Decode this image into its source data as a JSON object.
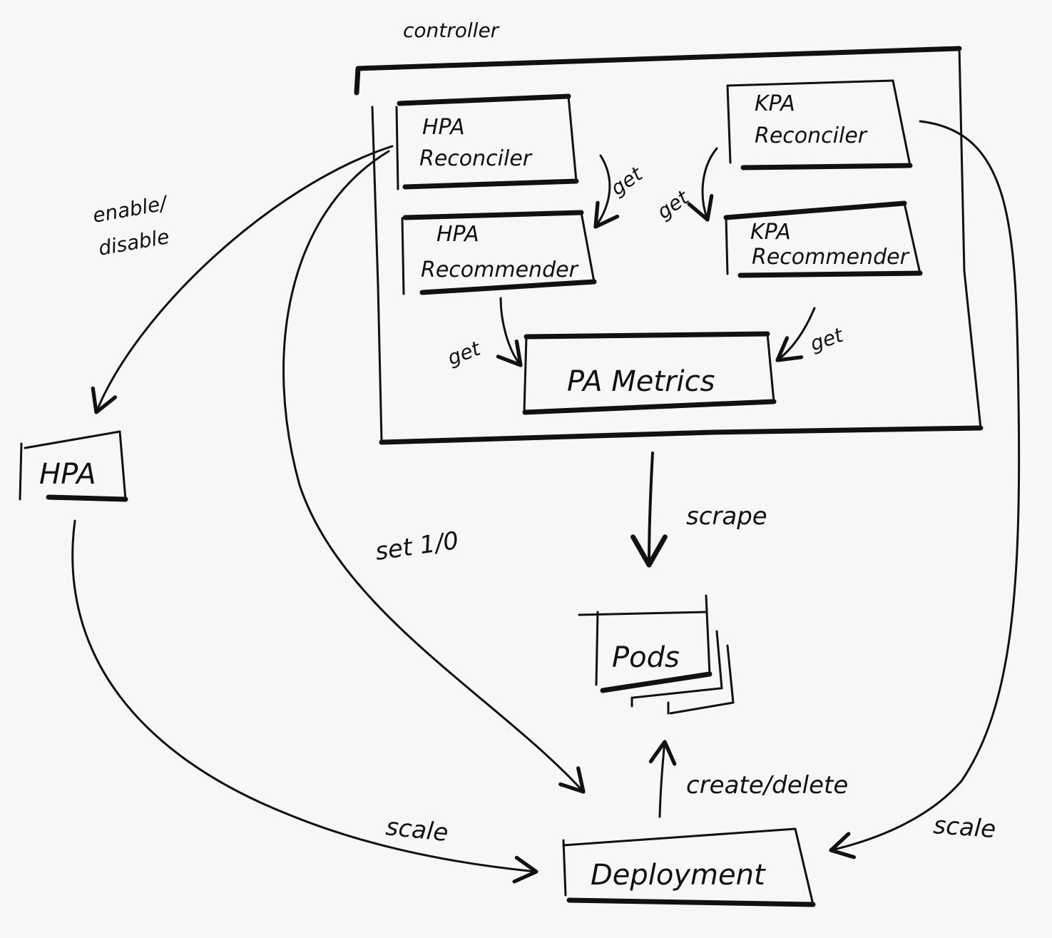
{
  "controller": {
    "label": "controller"
  },
  "nodes": {
    "hpa_reconciler": {
      "line1": "HPA",
      "line2": "Reconciler"
    },
    "kpa_reconciler": {
      "line1": "KPA",
      "line2": "Reconciler"
    },
    "hpa_recommender": {
      "line1": "HPA",
      "line2": "Recommender"
    },
    "kpa_recommender": {
      "line1": "KPA",
      "line2": "Recommender"
    },
    "pa_metrics": {
      "label": "PA Metrics"
    },
    "hpa": {
      "label": "HPA"
    },
    "pods": {
      "label": "Pods"
    },
    "deployment": {
      "label": "Deployment"
    }
  },
  "edges": {
    "hpa_get": "get",
    "kpa_get": "get",
    "hpa_rec_get": "get",
    "kpa_rec_get": "get",
    "enable_disable_line1": "enable/",
    "enable_disable_line2": "disable",
    "set_1_0": "set 1/0",
    "scrape": "scrape",
    "create_delete": "create/delete",
    "scale_left": "scale",
    "scale_right": "scale"
  }
}
